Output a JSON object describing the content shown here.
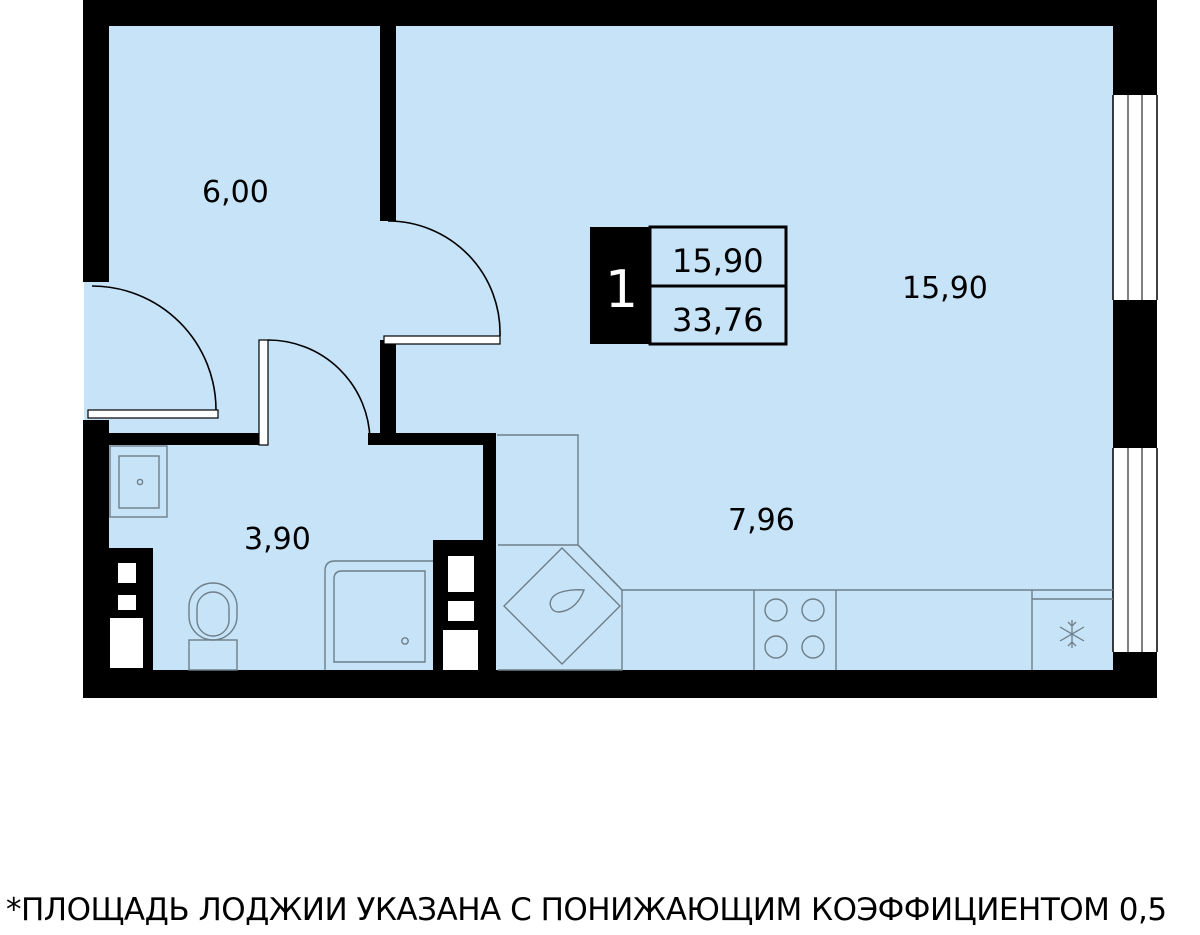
{
  "rooms": {
    "hall_area": "6,00",
    "living_area": "15,90",
    "kitchen_area": "7,96",
    "bathroom_area": "3,90"
  },
  "badge": {
    "rooms_count": "1",
    "living_total": "15,90",
    "total_area": "33,76"
  },
  "footnote": "*ПЛОЩАДЬ ЛОДЖИИ УКАЗАНА С ПОНИЖАЮЩИМ КОЭФФИЦИЕНТОМ 0,5",
  "colors": {
    "floor": "#c6e3f7",
    "wall": "#000000",
    "fixture_line": "#6f7e88"
  },
  "icons": [
    "snowflake-icon",
    "drop-icon"
  ]
}
